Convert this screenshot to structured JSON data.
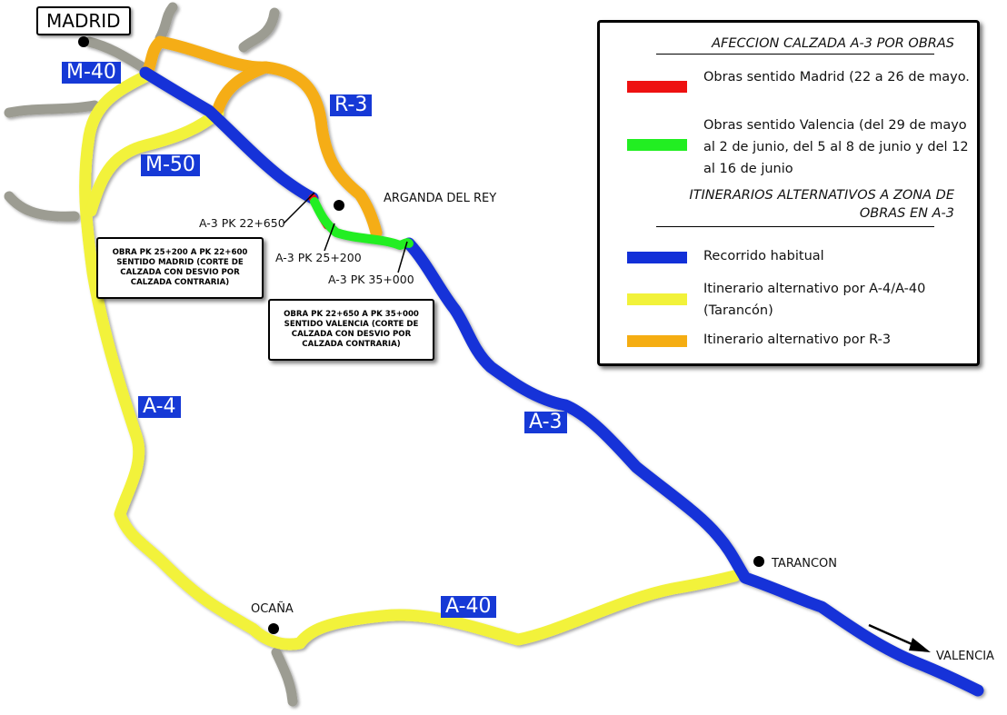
{
  "colors": {
    "habitual": "#1230d8",
    "alt_a4_a40": "#f2f23a",
    "alt_r3": "#f5ad12",
    "works_madrid": "#ee1111",
    "works_valencia": "#22ee22",
    "other_roads": "#9c9c92",
    "label_bg": "#1639d6"
  },
  "cities": {
    "madrid": "MADRID",
    "arganda": "ARGANDA DEL REY",
    "ocana": "OCAÑA",
    "tarancon": "TARANCON",
    "valencia": "VALENCIA"
  },
  "road_labels": {
    "m40": "M-40",
    "m50": "M-50",
    "r3": "R-3",
    "a4": "A-4",
    "a3": "A-3",
    "a40": "A-40"
  },
  "pk_labels": {
    "pk22650": "A-3 PK 22+650",
    "pk25200": "A-3 PK 25+200",
    "pk35000": "A-3 PK 35+000"
  },
  "notes": {
    "madrid": "OBRA PK 25+200 A PK 22+600 SENTIDO MADRID (CORTE DE CALZADA CON DESVIO POR CALZADA CONTRARIA)",
    "valencia": "OBRA PK 22+650 A PK 35+000 SENTIDO VALENCIA (CORTE DE CALZADA CON DESVIO POR CALZADA CONTRARIA)"
  },
  "legend": {
    "title_works": "AFECCION CALZADA A-3 POR OBRAS",
    "works_madrid": "Obras sentido Madrid (22 a 26 de mayo.",
    "works_valencia": "Obras sentido Valencia (del 29 de mayo al 2 de junio, del 5 al 8 de junio y del 12 al 16 de junio",
    "title_routes": "ITINERARIOS ALTERNATIVOS A ZONA DE OBRAS EN A-3",
    "habitual": "Recorrido habitual",
    "alt_a4_a40": "Itinerario alternativo por A-4/A-40 (Tarancón)",
    "alt_r3": "Itinerario alternativo por R-3"
  }
}
